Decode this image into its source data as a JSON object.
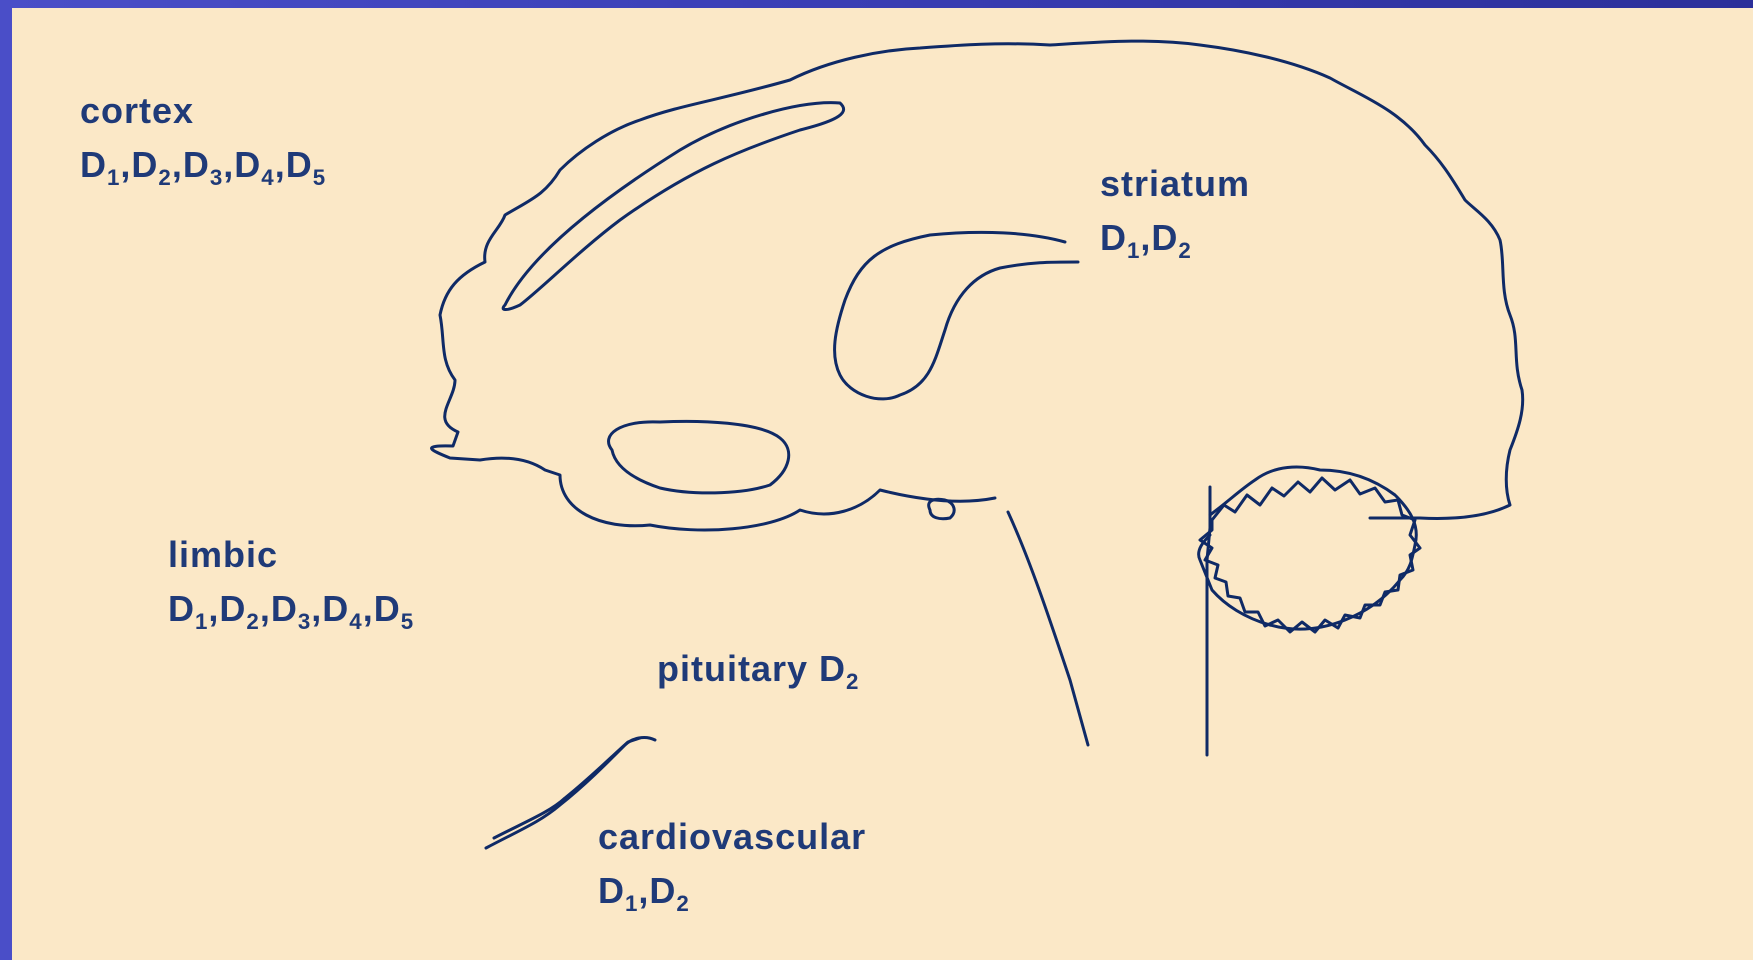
{
  "colors": {
    "background": "#4045bf",
    "panel": "#fbe8c7",
    "ink": "#1f3a78",
    "outline": "#0f2a66"
  },
  "labels": {
    "cortex": {
      "name": "cortex",
      "receptors": [
        "1",
        "2",
        "3",
        "4",
        "5"
      ]
    },
    "striatum": {
      "name": "striatum",
      "receptors": [
        "1",
        "2"
      ]
    },
    "limbic": {
      "name": "limbic",
      "receptors": [
        "1",
        "2",
        "3",
        "4",
        "5"
      ]
    },
    "pituitary": {
      "name": "pituitary",
      "receptors": [
        "2"
      ]
    },
    "cardiovascular": {
      "name": "cardiovascular",
      "receptors": [
        "1",
        "2"
      ]
    }
  }
}
